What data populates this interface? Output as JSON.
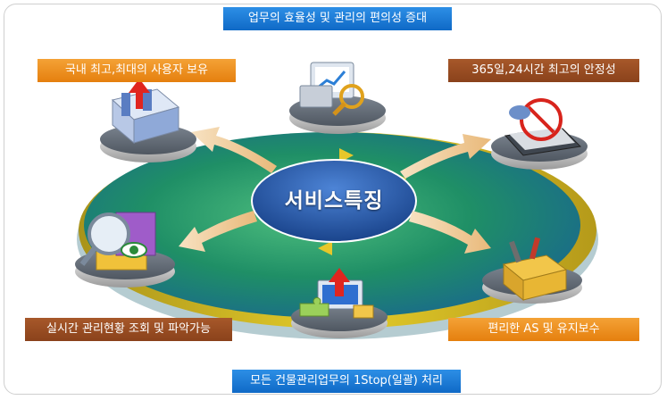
{
  "center": {
    "title": "서비스특징"
  },
  "labels": {
    "top": "업무의 효율성 및 관리의 편의성 증대",
    "top_left": "국내 최고,최대의 사용자 보유",
    "top_right": "365일,24시간 최고의 안정성",
    "bottom_left": "실시간 관리현황 조회 및 파악가능",
    "bottom_right": "편리한 AS 및 유지보수",
    "bottom": "모든 건물관리업무의 1Stop(일괄) 처리"
  },
  "colors": {
    "blue_label": "#1a7bd8",
    "orange_label": "#ee8f1f",
    "brown_label": "#9a4d22",
    "disc_green": "#1f8f66",
    "disc_ring": "#c9b21a",
    "center_blue": "#1a4f9c",
    "arrow": "#f2d2a4"
  },
  "icons": [
    "monitor-chart-icon",
    "network-phone-icon",
    "toolbox-icon",
    "puzzle-upload-icon",
    "magnifier-eye-icon",
    "server-upload-icon"
  ]
}
